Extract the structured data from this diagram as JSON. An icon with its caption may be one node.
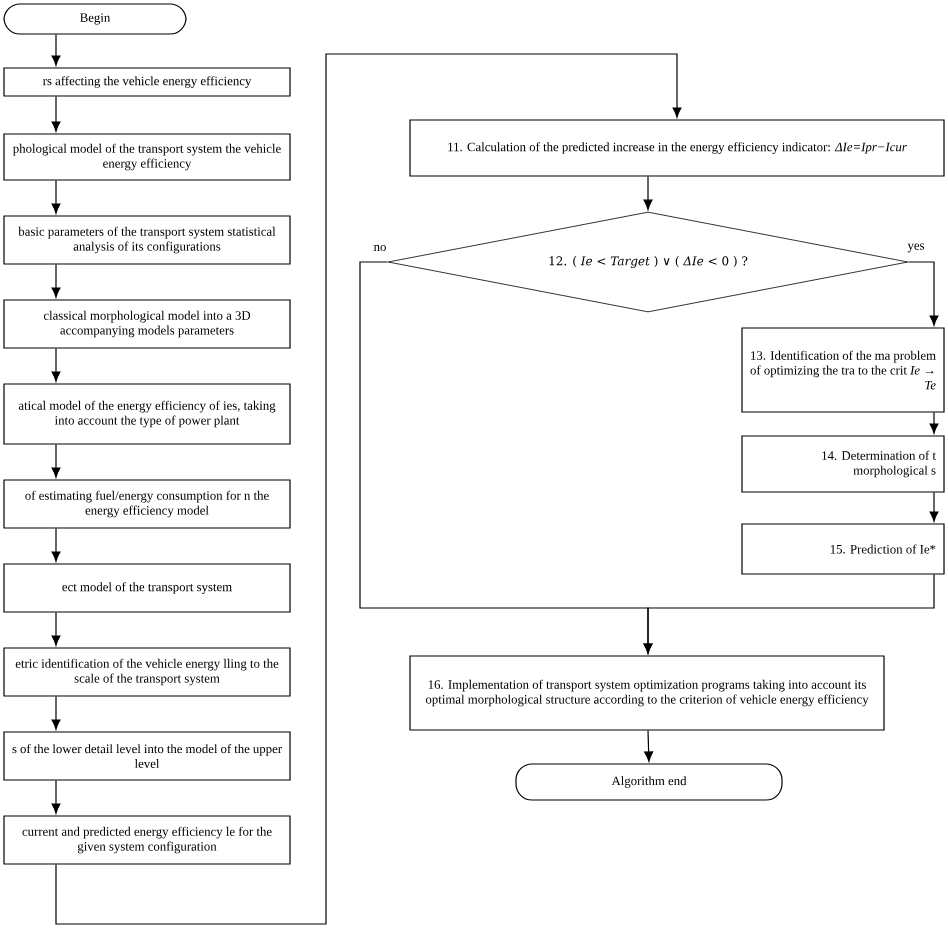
{
  "diagram": {
    "nodes": [
      {
        "text": [
          "Begin"
        ]
      },
      {
        "text": [
          "rs affecting the vehicle energy efficiency"
        ]
      },
      {
        "text": [
          "phological model of the transport system the vehicle energy efficiency"
        ]
      },
      {
        "text": [
          "basic parameters of the transport system statistical analysis of its configurations"
        ]
      },
      {
        "text": [
          "classical morphological model into a 3D accompanying models parameters"
        ]
      },
      {
        "text": [
          "atical model of the energy efficiency of ies, taking into account the type of power plant"
        ]
      },
      {
        "text": [
          "of estimating fuel/energy consumption for n the energy efficiency model"
        ]
      },
      {
        "text": [
          "ect model of the transport system"
        ]
      },
      {
        "text": [
          "etric identification of the vehicle energy lling to the scale of the transport system"
        ]
      },
      {
        "text": [
          "s of the lower detail level into the model of the upper level"
        ]
      },
      {
        "text": [
          "current and predicted energy efficiency le for the given system configuration"
        ]
      },
      {
        "text": [
          "11. Calculation of the predicted increase in the energy efficiency indicator: *ΔIe=Ipr−Icur*"
        ]
      },
      {
        "text": [
          "12. ( *Ie* < *Target* ) ∨ ( *ΔIe* < 0 ) ?"
        ]
      },
      {
        "text": [
          "13. Identification of the ma problem of optimizing the tra to the crit *Ie → Te*"
        ]
      },
      {
        "text": [
          "14. Determination of t morphological s"
        ]
      },
      {
        "text": [
          "15. Prediction of Ie*"
        ]
      },
      {
        "text": [
          "16. Implementation of transport system optimization programs taking into account its optimal morphological structure according to the criterion of vehicle energy efficiency"
        ]
      },
      {
        "text": [
          "Algorithm end"
        ]
      }
    ],
    "edges": [
      {
        "from": 0,
        "to": 1,
        "arrow": "to"
      },
      {
        "from": 1,
        "to": 2,
        "arrow": "to"
      },
      {
        "from": 2,
        "to": 3,
        "arrow": "to"
      },
      {
        "from": 3,
        "to": 4,
        "arrow": "to"
      },
      {
        "from": 4,
        "to": 5,
        "arrow": "to"
      },
      {
        "from": 5,
        "to": 6,
        "arrow": "to"
      },
      {
        "from": 6,
        "to": 7,
        "arrow": "to"
      },
      {
        "from": 7,
        "to": 8,
        "arrow": "to"
      },
      {
        "from": 8,
        "to": 9,
        "arrow": "to"
      },
      {
        "from": 9,
        "to": 10,
        "arrow": "to"
      },
      {
        "from": 10,
        "to": 11,
        "arrow": "to"
      },
      {
        "from": 11,
        "to": 12,
        "arrow": "to"
      },
      {
        "from": 12,
        "to": 13,
        "arrow": "to",
        "label": "yes"
      },
      {
        "from": 12,
        "to": 16,
        "arrow": "to",
        "label": "no"
      },
      {
        "from": 13,
        "to": 14,
        "arrow": "to"
      },
      {
        "from": 14,
        "to": 15,
        "arrow": "to"
      },
      {
        "from": 15,
        "to": 16,
        "arrow": "to"
      },
      {
        "from": 16,
        "to": 17,
        "arrow": "to"
      }
    ]
  }
}
